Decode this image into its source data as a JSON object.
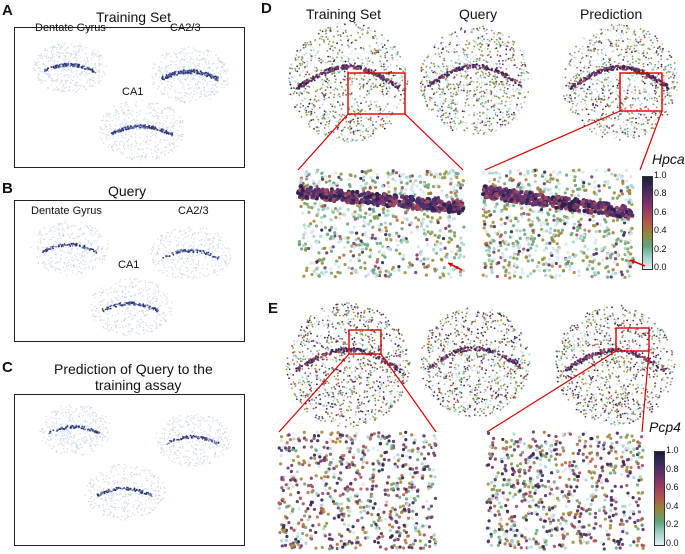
{
  "panels": {
    "A": {
      "label": "A",
      "title": "Training Set",
      "regions": {
        "dg": "Dentate Gyrus",
        "ca23": "CA2/3",
        "ca1": "CA1"
      }
    },
    "B": {
      "label": "B",
      "title": "Query",
      "regions": {
        "dg": "Dentate Gyrus",
        "ca23": "CA2/3",
        "ca1": "CA1"
      }
    },
    "C": {
      "label": "C",
      "title_line1": "Prediction of Query to the",
      "title_line2": "training assay"
    },
    "D": {
      "label": "D",
      "col_titles": [
        "Training Set",
        "Query",
        "Prediction"
      ],
      "gene": "Hpca"
    },
    "E": {
      "label": "E",
      "gene": "Pcp4"
    }
  },
  "colorbar": {
    "ticks": [
      "1.0",
      "0.8",
      "0.6",
      "0.4",
      "0.2",
      "0.0"
    ],
    "colors": [
      "#1b1b3a",
      "#3d2a5c",
      "#6b2f6a",
      "#9a3d5e",
      "#b25a48",
      "#8f8a3a",
      "#5fa37a",
      "#9fd2cf",
      "#e8f2f2"
    ]
  },
  "colors": {
    "low": "#c9d6ea",
    "high": "#27306b",
    "box": "#e00000"
  }
}
